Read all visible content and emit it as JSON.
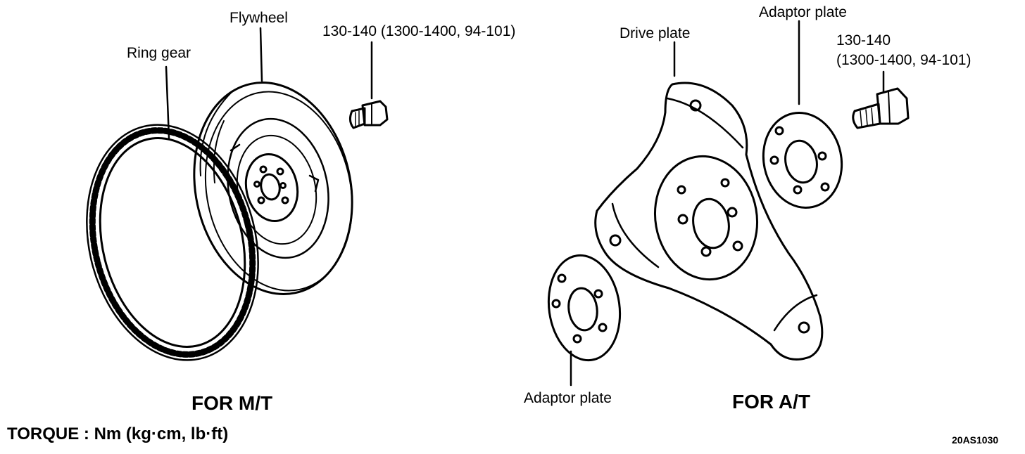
{
  "labels": {
    "flywheel": "Flywheel",
    "ring_gear": "Ring gear",
    "torque_mt": "130-140 (1300-1400, 94-101)",
    "drive_plate": "Drive plate",
    "adaptor_plate_top": "Adaptor plate",
    "torque_at_line1": "130-140",
    "torque_at_line2": "(1300-1400, 94-101)",
    "adaptor_plate_bottom": "Adaptor plate"
  },
  "captions": {
    "for_mt": "FOR  M/T",
    "for_at": "FOR A/T",
    "torque_units": "TORQUE : Nm (kg·cm, lb·ft)",
    "figure_code": "20AS1030"
  }
}
